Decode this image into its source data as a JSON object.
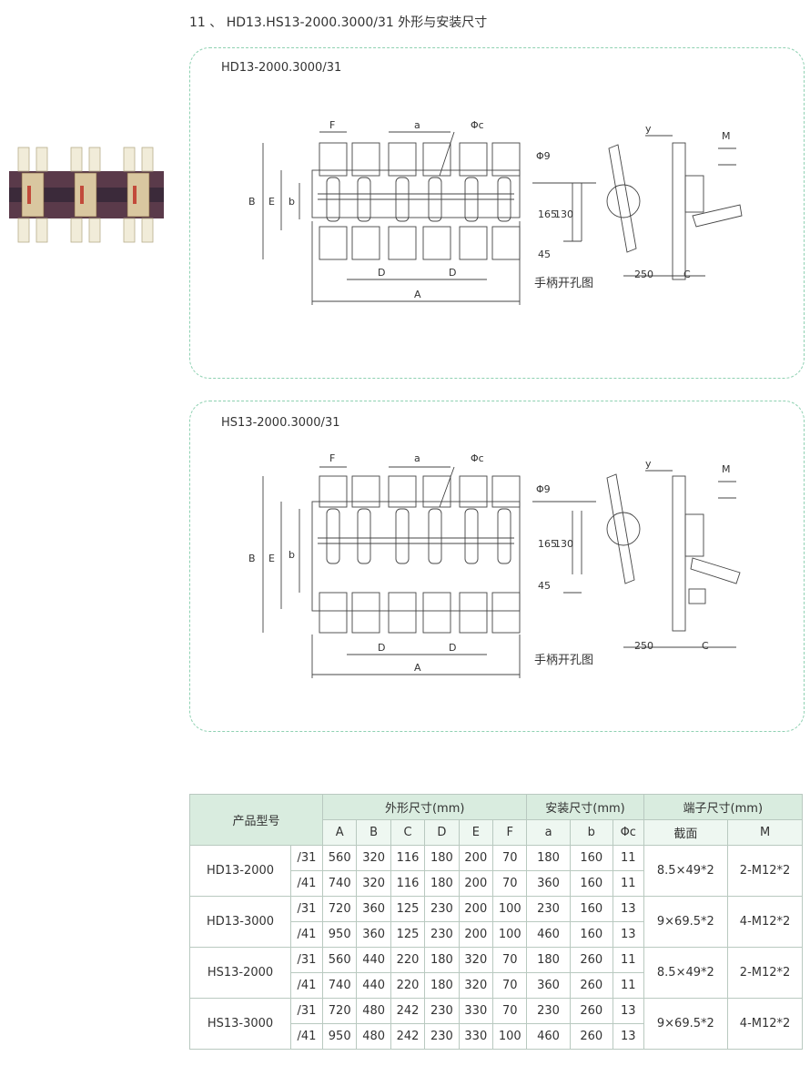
{
  "heading": "11 、 HD13.HS13-2000.3000/31 外形与安装尺寸",
  "panels": [
    {
      "title": "HD13-2000.3000/31"
    },
    {
      "title": "HS13-2000.3000/31"
    }
  ],
  "drawing_labels": {
    "F": "F",
    "a": "a",
    "phi_c": "Φc",
    "B": "B",
    "E": "E",
    "b": "b",
    "D": "D",
    "A": "A",
    "phi9": "Φ9",
    "d165": "165",
    "d130": "130",
    "d45": "45",
    "y": "y",
    "M": "M",
    "d250": "250",
    "C": "C",
    "handle_caption": "手柄开孔图"
  },
  "table": {
    "head": {
      "model": "产品型号",
      "outline": "外形尺寸(mm)",
      "install": "安装尺寸(mm)",
      "terminal": "端子尺寸(mm)",
      "cols": [
        "A",
        "B",
        "C",
        "D",
        "E",
        "F",
        "a",
        "b",
        "Φc",
        "截面",
        "M"
      ]
    },
    "groups": [
      {
        "model": "HD13-2000",
        "section": "8.5×49*2",
        "m": "2-M12*2",
        "rows": [
          {
            "suffix": "/31",
            "vals": [
              "560",
              "320",
              "116",
              "180",
              "200",
              "70",
              "180",
              "160",
              "11"
            ]
          },
          {
            "suffix": "/41",
            "vals": [
              "740",
              "320",
              "116",
              "180",
              "200",
              "70",
              "360",
              "160",
              "11"
            ]
          }
        ]
      },
      {
        "model": "HD13-3000",
        "section": "9×69.5*2",
        "m": "4-M12*2",
        "rows": [
          {
            "suffix": "/31",
            "vals": [
              "720",
              "360",
              "125",
              "230",
              "200",
              "100",
              "230",
              "160",
              "13"
            ]
          },
          {
            "suffix": "/41",
            "vals": [
              "950",
              "360",
              "125",
              "230",
              "200",
              "100",
              "460",
              "160",
              "13"
            ]
          }
        ]
      },
      {
        "model": "HS13-2000",
        "section": "8.5×49*2",
        "m": "2-M12*2",
        "rows": [
          {
            "suffix": "/31",
            "vals": [
              "560",
              "440",
              "220",
              "180",
              "320",
              "70",
              "180",
              "260",
              "11"
            ]
          },
          {
            "suffix": "/41",
            "vals": [
              "740",
              "440",
              "220",
              "180",
              "320",
              "70",
              "360",
              "260",
              "11"
            ]
          }
        ]
      },
      {
        "model": "HS13-3000",
        "section": "9×69.5*2",
        "m": "4-M12*2",
        "rows": [
          {
            "suffix": "/31",
            "vals": [
              "720",
              "480",
              "242",
              "230",
              "330",
              "70",
              "230",
              "260",
              "13"
            ]
          },
          {
            "suffix": "/41",
            "vals": [
              "950",
              "480",
              "242",
              "230",
              "330",
              "100",
              "460",
              "260",
              "13"
            ]
          }
        ]
      }
    ]
  }
}
